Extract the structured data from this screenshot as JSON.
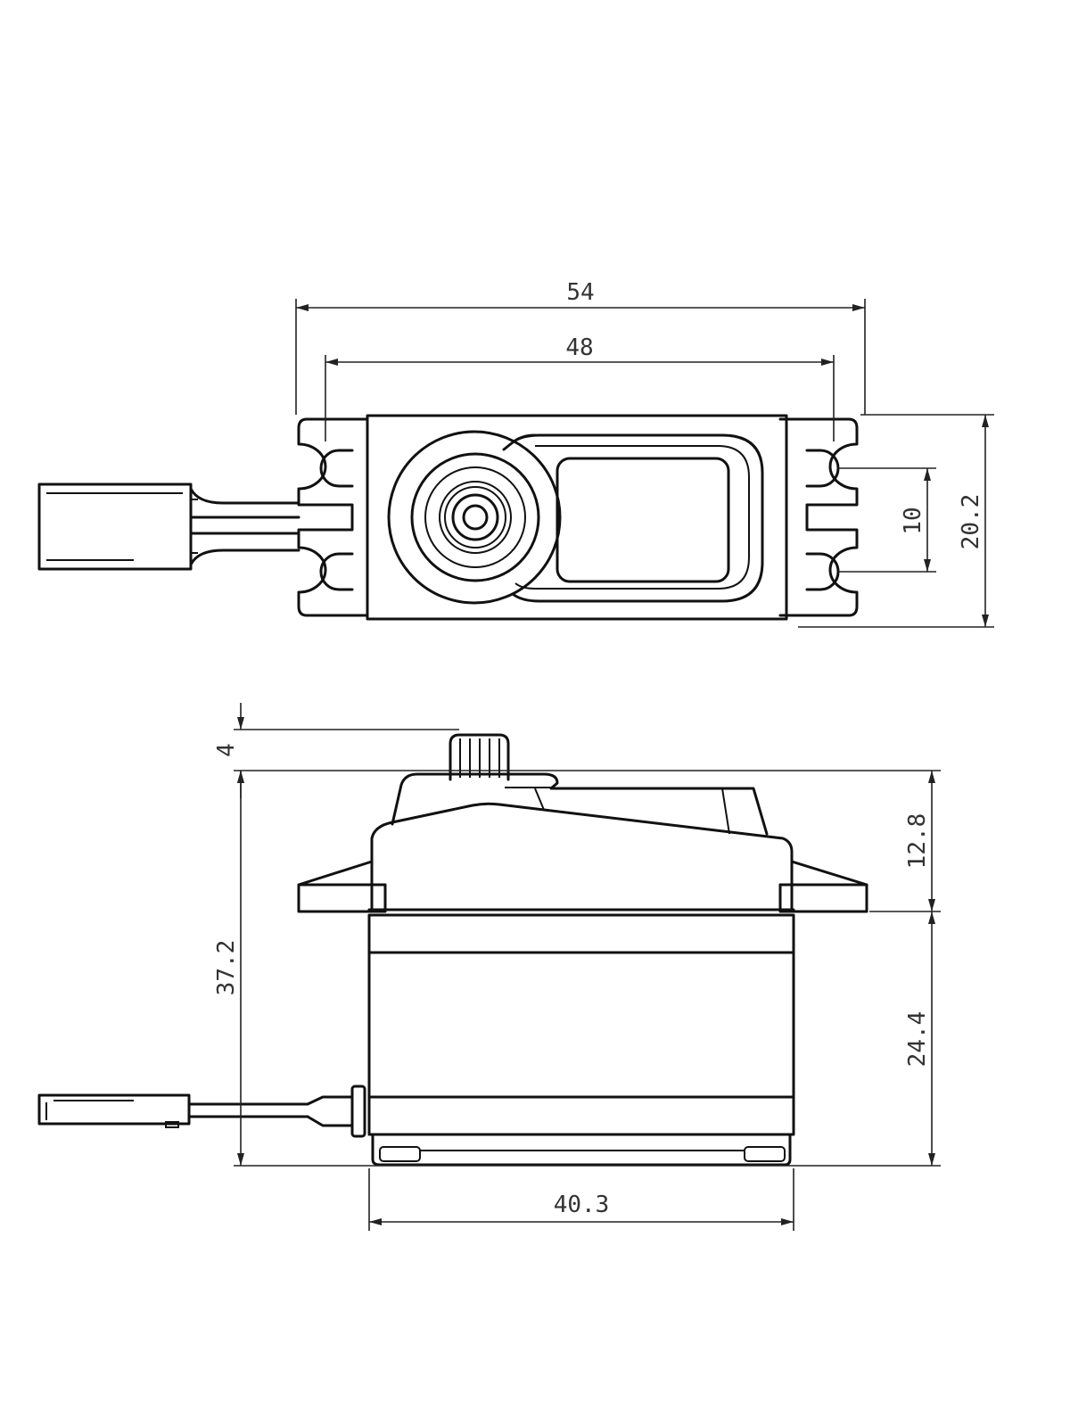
{
  "top_view": {
    "dimensions": {
      "overall_length": "54",
      "hole_spacing": "48",
      "overall_width": "20.2",
      "hole_pitch": "10"
    }
  },
  "side_view": {
    "dimensions": {
      "spline_height": "4",
      "total_height": "37.2",
      "upper_height": "12.8",
      "lower_height": "24.4",
      "body_width": "40.3"
    }
  }
}
